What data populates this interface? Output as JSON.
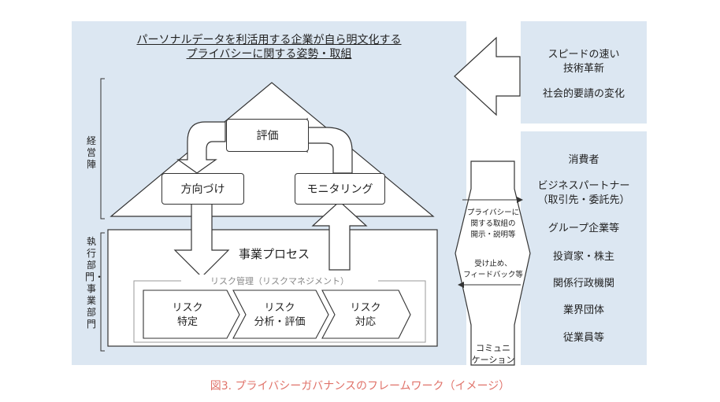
{
  "title_line1": "パーソナルデータを利活用する企業が自ら明文化する",
  "title_line2": "プライバシーに関する姿勢・取組",
  "left_label_top": "経営陣",
  "left_label_bottom": "執行部門・事業部門",
  "evaluation": "評価",
  "direction": "方向づけ",
  "monitoring": "モニタリング",
  "business_process": "事業プロセス",
  "risk_mgmt_label": "リスク管理（リスクマネジメント）",
  "risk_steps": [
    {
      "line1": "リスク",
      "line2": "特定"
    },
    {
      "line1": "リスク",
      "line2": "分析・評価"
    },
    {
      "line1": "リスク",
      "line2": "対応"
    }
  ],
  "external_factors": {
    "item1_line1": "スピードの速い",
    "item1_line2": "技術革新",
    "item2": "社会的要請の変化"
  },
  "communication": {
    "out_line1": "プライバシーに",
    "out_line2": "関する取組の",
    "out_line3": "開示・説明等",
    "in_line1": "受け止め、",
    "in_line2": "フィードバック等",
    "label_line1": "コミュニ",
    "label_line2": "ケーション"
  },
  "stakeholders": [
    "消費者",
    "ビジネスパートナー",
    "（取引先・委託先）",
    "グループ企業等",
    "投資家・株主",
    "関係行政機関",
    "業界団体",
    "従業員等"
  ],
  "caption": "図3. プライバシーガバナンスのフレームワーク（イメージ）",
  "colors": {
    "panel": "#dce7f2",
    "caption": "#e0736a",
    "stroke": "#333333",
    "risk_frame": "#999999"
  }
}
